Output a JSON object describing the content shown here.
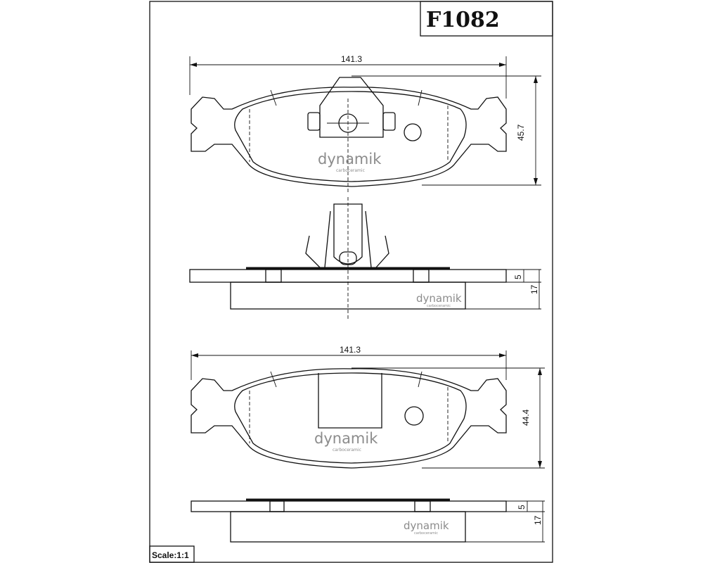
{
  "title": "F1082",
  "scale_label": "Scale:1:1",
  "brand": {
    "name": "dynamik",
    "tagline": "carboceramic",
    "color": "#8c8c8c"
  },
  "views": {
    "top_pad": {
      "width_dim": "141.3",
      "height_dim": "45.7"
    },
    "top_side": {
      "backing_dim": "5",
      "total_dim": "17"
    },
    "bottom_pad": {
      "width_dim": "141.3",
      "height_dim": "44.4"
    },
    "bottom_side": {
      "backing_dim": "5",
      "total_dim": "17"
    }
  }
}
